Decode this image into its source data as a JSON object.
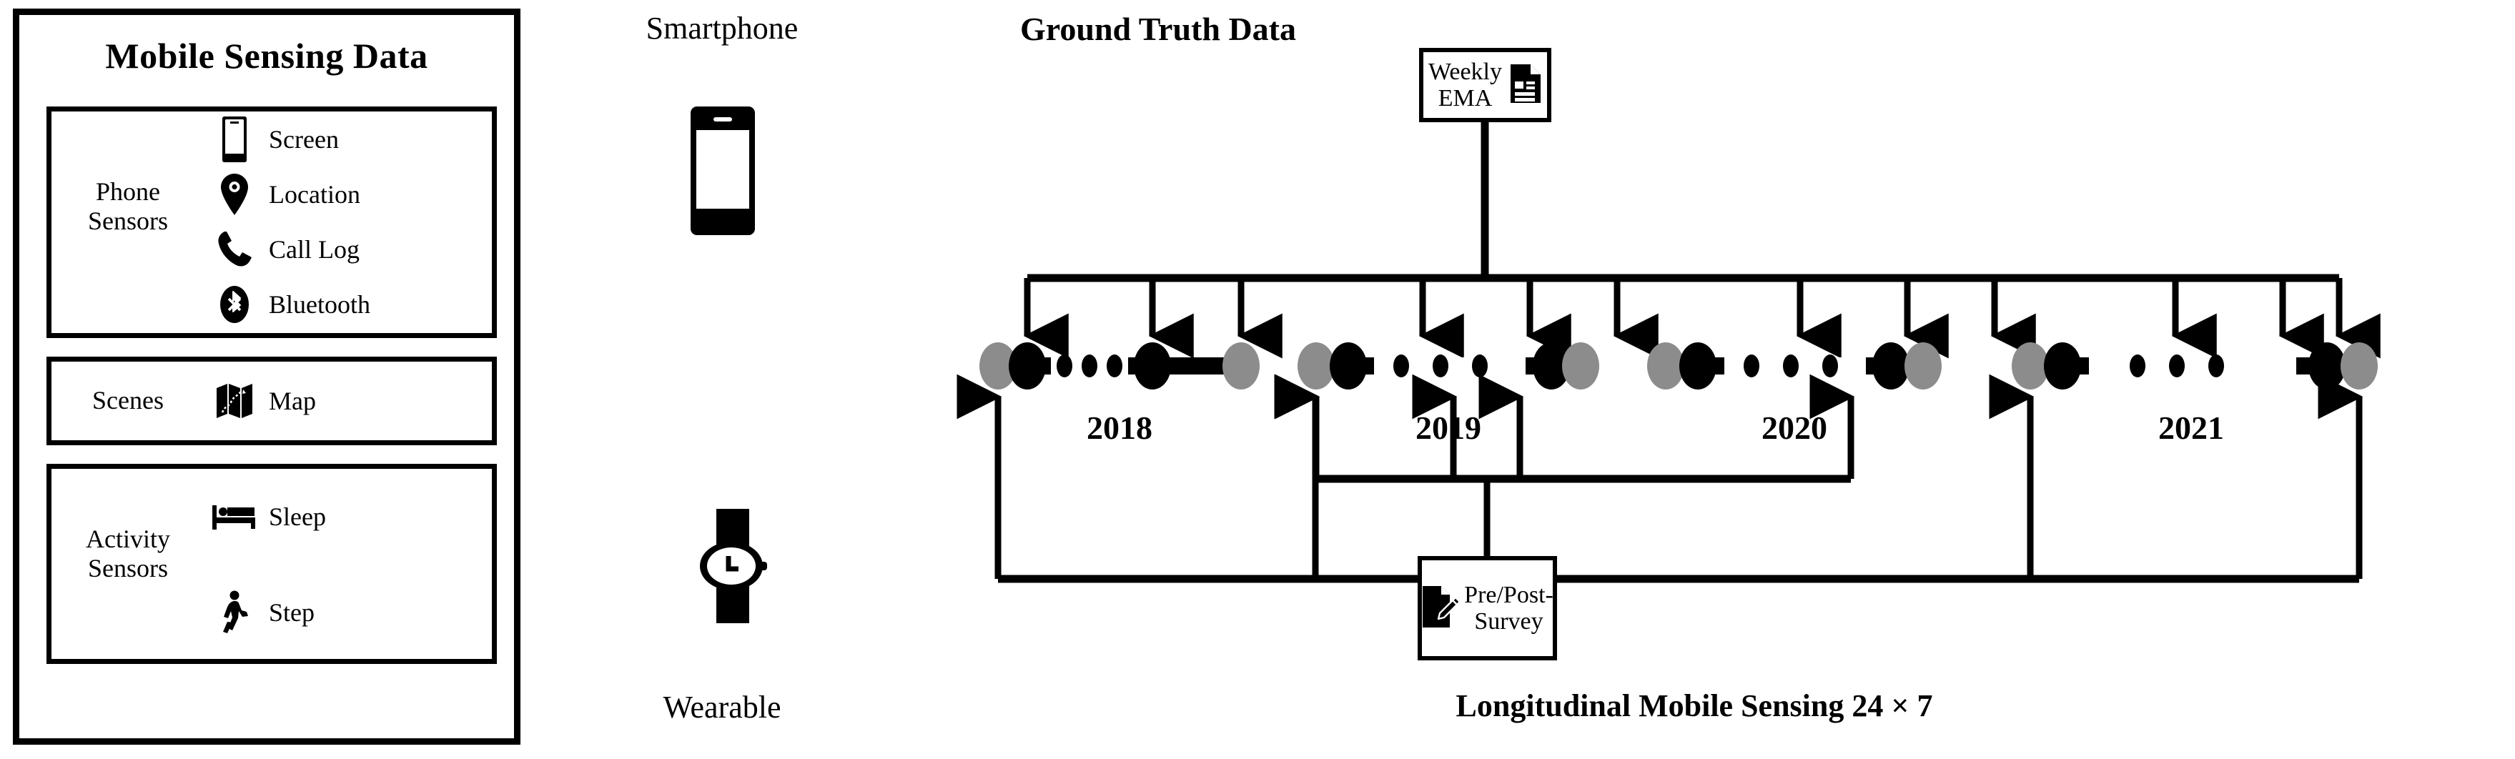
{
  "left_panel": {
    "title": "Mobile Sensing Data",
    "groups": [
      {
        "label": "Phone\nSensors",
        "rows": [
          {
            "icon": "smartphone-icon",
            "label": "Screen"
          },
          {
            "icon": "location-pin-icon",
            "label": "Location"
          },
          {
            "icon": "phone-handset-icon",
            "label": "Call Log"
          },
          {
            "icon": "bluetooth-icon",
            "label": "Bluetooth"
          }
        ]
      },
      {
        "label": "Scenes",
        "rows": [
          {
            "icon": "map-icon",
            "label": "Map"
          }
        ]
      },
      {
        "label": "Activity\nSensors",
        "rows": [
          {
            "icon": "bed-icon",
            "label": "Sleep"
          },
          {
            "icon": "walking-person-icon",
            "label": "Step"
          }
        ]
      }
    ]
  },
  "middle": {
    "smartphone_label": "Smartphone",
    "wearable_label": "Wearable",
    "phone_icon": "smartphone-device-icon",
    "watch_icon": "smartwatch-icon"
  },
  "right_panel": {
    "title": "Ground Truth Data",
    "ema_box": {
      "text": "Weekly\nEMA",
      "icon": "document-lines-icon"
    },
    "survey_box": {
      "text": "Pre/Post-\nSurvey",
      "icon": "document-pencil-icon"
    },
    "bottom_caption": "Longitudinal Mobile Sensing 24 × 7",
    "years": [
      "2018",
      "2019",
      "2020",
      "2021"
    ],
    "node_colors": {
      "term": "#8c8c8c",
      "ema": "#000000",
      "line": "#000000"
    },
    "timeline": {
      "blocks": [
        {
          "year": "2018",
          "nodes": [
            "gray",
            "black",
            "dots",
            "black",
            "gray"
          ]
        },
        {
          "year": "2019",
          "nodes": [
            "gray",
            "black",
            "dots",
            "black",
            "gray"
          ]
        },
        {
          "year": "2020",
          "nodes": [
            "gray",
            "black",
            "dots",
            "black",
            "gray"
          ]
        },
        {
          "year": "2021",
          "nodes": [
            "gray",
            "black",
            "dots",
            "black",
            "gray"
          ]
        }
      ],
      "ema_arrow_targets": 11,
      "survey_arrow_targets": 8
    }
  }
}
